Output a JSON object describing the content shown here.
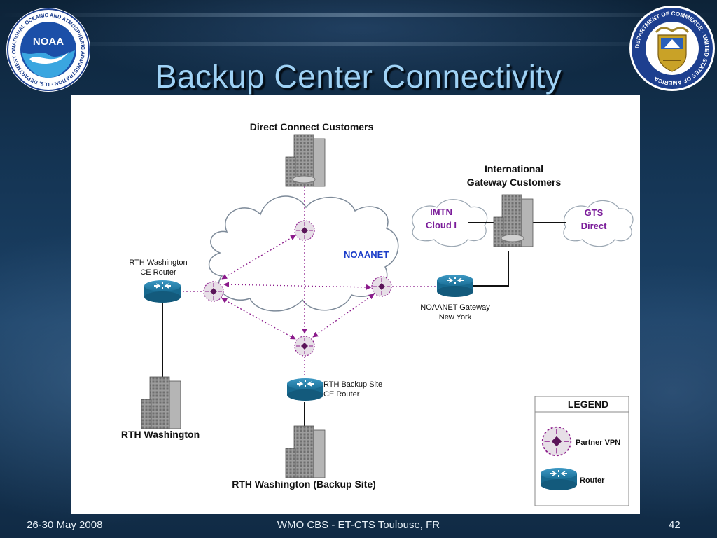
{
  "slide": {
    "title": "Backup Center Connectivity",
    "footer_date": "26-30 May 2008",
    "footer_event": "WMO CBS - ET-CTS Toulouse, FR",
    "page_number": "42"
  },
  "logos": {
    "noaa_ring": "NATIONAL OCEANIC AND ATMOSPHERIC ADMINISTRATION · U.S. DEPARTMENT OF COMMERCE",
    "noaa_center": "NOAA",
    "doc_ring": "DEPARTMENT OF COMMERCE · UNITED STATES OF AMERICA"
  },
  "diagram": {
    "direct_connect": "Direct Connect Customers",
    "intl_line1": "International",
    "intl_line2": "Gateway Customers",
    "imtn_line1": "IMTN",
    "imtn_line2": "Cloud I",
    "gts_line1": "GTS",
    "gts_line2": "Direct",
    "noaanet": "NOAANET",
    "rth_ce_line1": "RTH Washington",
    "rth_ce_line2": "CE Router",
    "gateway_line1": "NOAANET Gateway",
    "gateway_line2": "New York",
    "backup_router_line1": "RTH Backup Site",
    "backup_router_line2": "CE Router",
    "rth_washington": "RTH Washington",
    "rth_backup": "RTH Washington (Backup Site)"
  },
  "legend": {
    "title": "LEGEND",
    "vpn": "Partner VPN",
    "router": "Router"
  },
  "colors": {
    "dotted_link": "#8b1a8b",
    "label_purple": "#7b1d9a",
    "noaanet_blue": "#1a3cc8",
    "router_blue": "#17698f"
  },
  "icons": [
    "noaa-logo-icon",
    "commerce-seal-icon",
    "building-icon",
    "router-icon",
    "vpn-node-icon",
    "cloud-icon"
  ]
}
